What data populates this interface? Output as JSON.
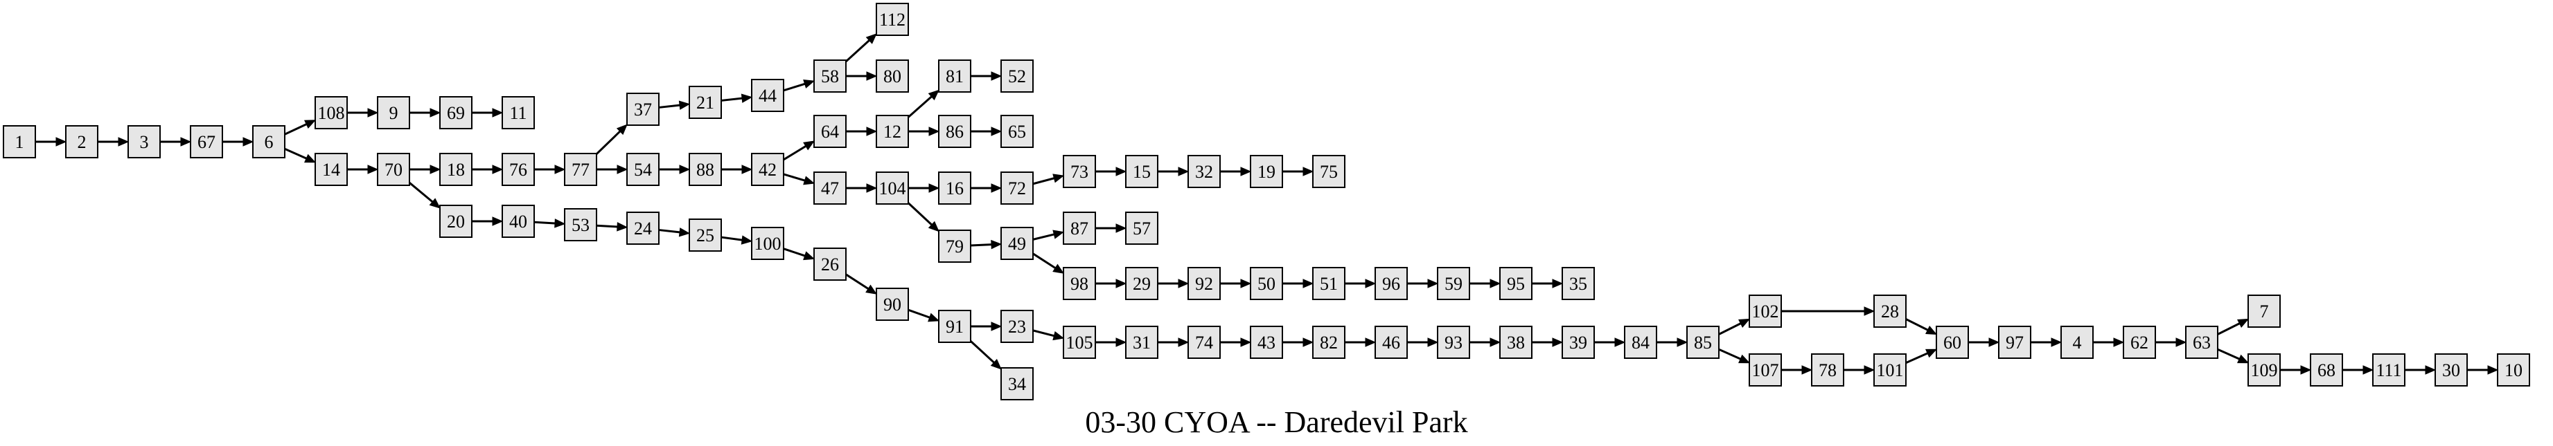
{
  "title": "03-30 CYOA -- Daredevil Park",
  "nodes": [
    "1",
    "2",
    "3",
    "67",
    "6",
    "108",
    "9",
    "69",
    "11",
    "14",
    "70",
    "18",
    "76",
    "77",
    "37",
    "21",
    "44",
    "58",
    "112",
    "80",
    "54",
    "88",
    "42",
    "64",
    "12",
    "81",
    "52",
    "86",
    "65",
    "47",
    "104",
    "16",
    "72",
    "73",
    "15",
    "32",
    "19",
    "75",
    "79",
    "49",
    "87",
    "57",
    "98",
    "29",
    "92",
    "50",
    "51",
    "96",
    "59",
    "95",
    "35",
    "20",
    "40",
    "53",
    "24",
    "25",
    "100",
    "26",
    "90",
    "91",
    "23",
    "105",
    "31",
    "74",
    "43",
    "82",
    "46",
    "93",
    "38",
    "39",
    "84",
    "85",
    "102",
    "28",
    "107",
    "78",
    "101",
    "60",
    "97",
    "4",
    "62",
    "63",
    "7",
    "109",
    "68",
    "111",
    "30",
    "10",
    "34"
  ],
  "edges": [
    [
      "1",
      "2"
    ],
    [
      "2",
      "3"
    ],
    [
      "3",
      "67"
    ],
    [
      "67",
      "6"
    ],
    [
      "6",
      "108"
    ],
    [
      "6",
      "14"
    ],
    [
      "108",
      "9"
    ],
    [
      "9",
      "69"
    ],
    [
      "69",
      "11"
    ],
    [
      "14",
      "70"
    ],
    [
      "70",
      "18"
    ],
    [
      "70",
      "20"
    ],
    [
      "18",
      "76"
    ],
    [
      "76",
      "77"
    ],
    [
      "77",
      "37"
    ],
    [
      "77",
      "54"
    ],
    [
      "37",
      "21"
    ],
    [
      "21",
      "44"
    ],
    [
      "44",
      "58"
    ],
    [
      "58",
      "112"
    ],
    [
      "58",
      "80"
    ],
    [
      "54",
      "88"
    ],
    [
      "88",
      "42"
    ],
    [
      "42",
      "64"
    ],
    [
      "42",
      "47"
    ],
    [
      "64",
      "12"
    ],
    [
      "12",
      "81"
    ],
    [
      "12",
      "86"
    ],
    [
      "81",
      "52"
    ],
    [
      "86",
      "65"
    ],
    [
      "47",
      "104"
    ],
    [
      "104",
      "16"
    ],
    [
      "104",
      "79"
    ],
    [
      "16",
      "72"
    ],
    [
      "72",
      "73"
    ],
    [
      "73",
      "15"
    ],
    [
      "15",
      "32"
    ],
    [
      "32",
      "19"
    ],
    [
      "19",
      "75"
    ],
    [
      "79",
      "49"
    ],
    [
      "49",
      "87"
    ],
    [
      "49",
      "98"
    ],
    [
      "87",
      "57"
    ],
    [
      "98",
      "29"
    ],
    [
      "29",
      "92"
    ],
    [
      "92",
      "50"
    ],
    [
      "50",
      "51"
    ],
    [
      "51",
      "96"
    ],
    [
      "96",
      "59"
    ],
    [
      "59",
      "95"
    ],
    [
      "95",
      "35"
    ],
    [
      "20",
      "40"
    ],
    [
      "40",
      "53"
    ],
    [
      "53",
      "24"
    ],
    [
      "24",
      "25"
    ],
    [
      "25",
      "100"
    ],
    [
      "100",
      "26"
    ],
    [
      "26",
      "90"
    ],
    [
      "90",
      "91"
    ],
    [
      "91",
      "23"
    ],
    [
      "91",
      "34"
    ],
    [
      "23",
      "105"
    ],
    [
      "105",
      "31"
    ],
    [
      "31",
      "74"
    ],
    [
      "74",
      "43"
    ],
    [
      "43",
      "82"
    ],
    [
      "82",
      "46"
    ],
    [
      "46",
      "93"
    ],
    [
      "93",
      "38"
    ],
    [
      "38",
      "39"
    ],
    [
      "39",
      "84"
    ],
    [
      "84",
      "85"
    ],
    [
      "85",
      "102"
    ],
    [
      "85",
      "107"
    ],
    [
      "102",
      "28"
    ],
    [
      "28",
      "60"
    ],
    [
      "107",
      "78"
    ],
    [
      "78",
      "101"
    ],
    [
      "101",
      "60"
    ],
    [
      "60",
      "97"
    ],
    [
      "97",
      "4"
    ],
    [
      "4",
      "62"
    ],
    [
      "62",
      "63"
    ],
    [
      "63",
      "7"
    ],
    [
      "63",
      "109"
    ],
    [
      "109",
      "68"
    ],
    [
      "68",
      "111"
    ],
    [
      "111",
      "30"
    ],
    [
      "30",
      "10"
    ]
  ]
}
